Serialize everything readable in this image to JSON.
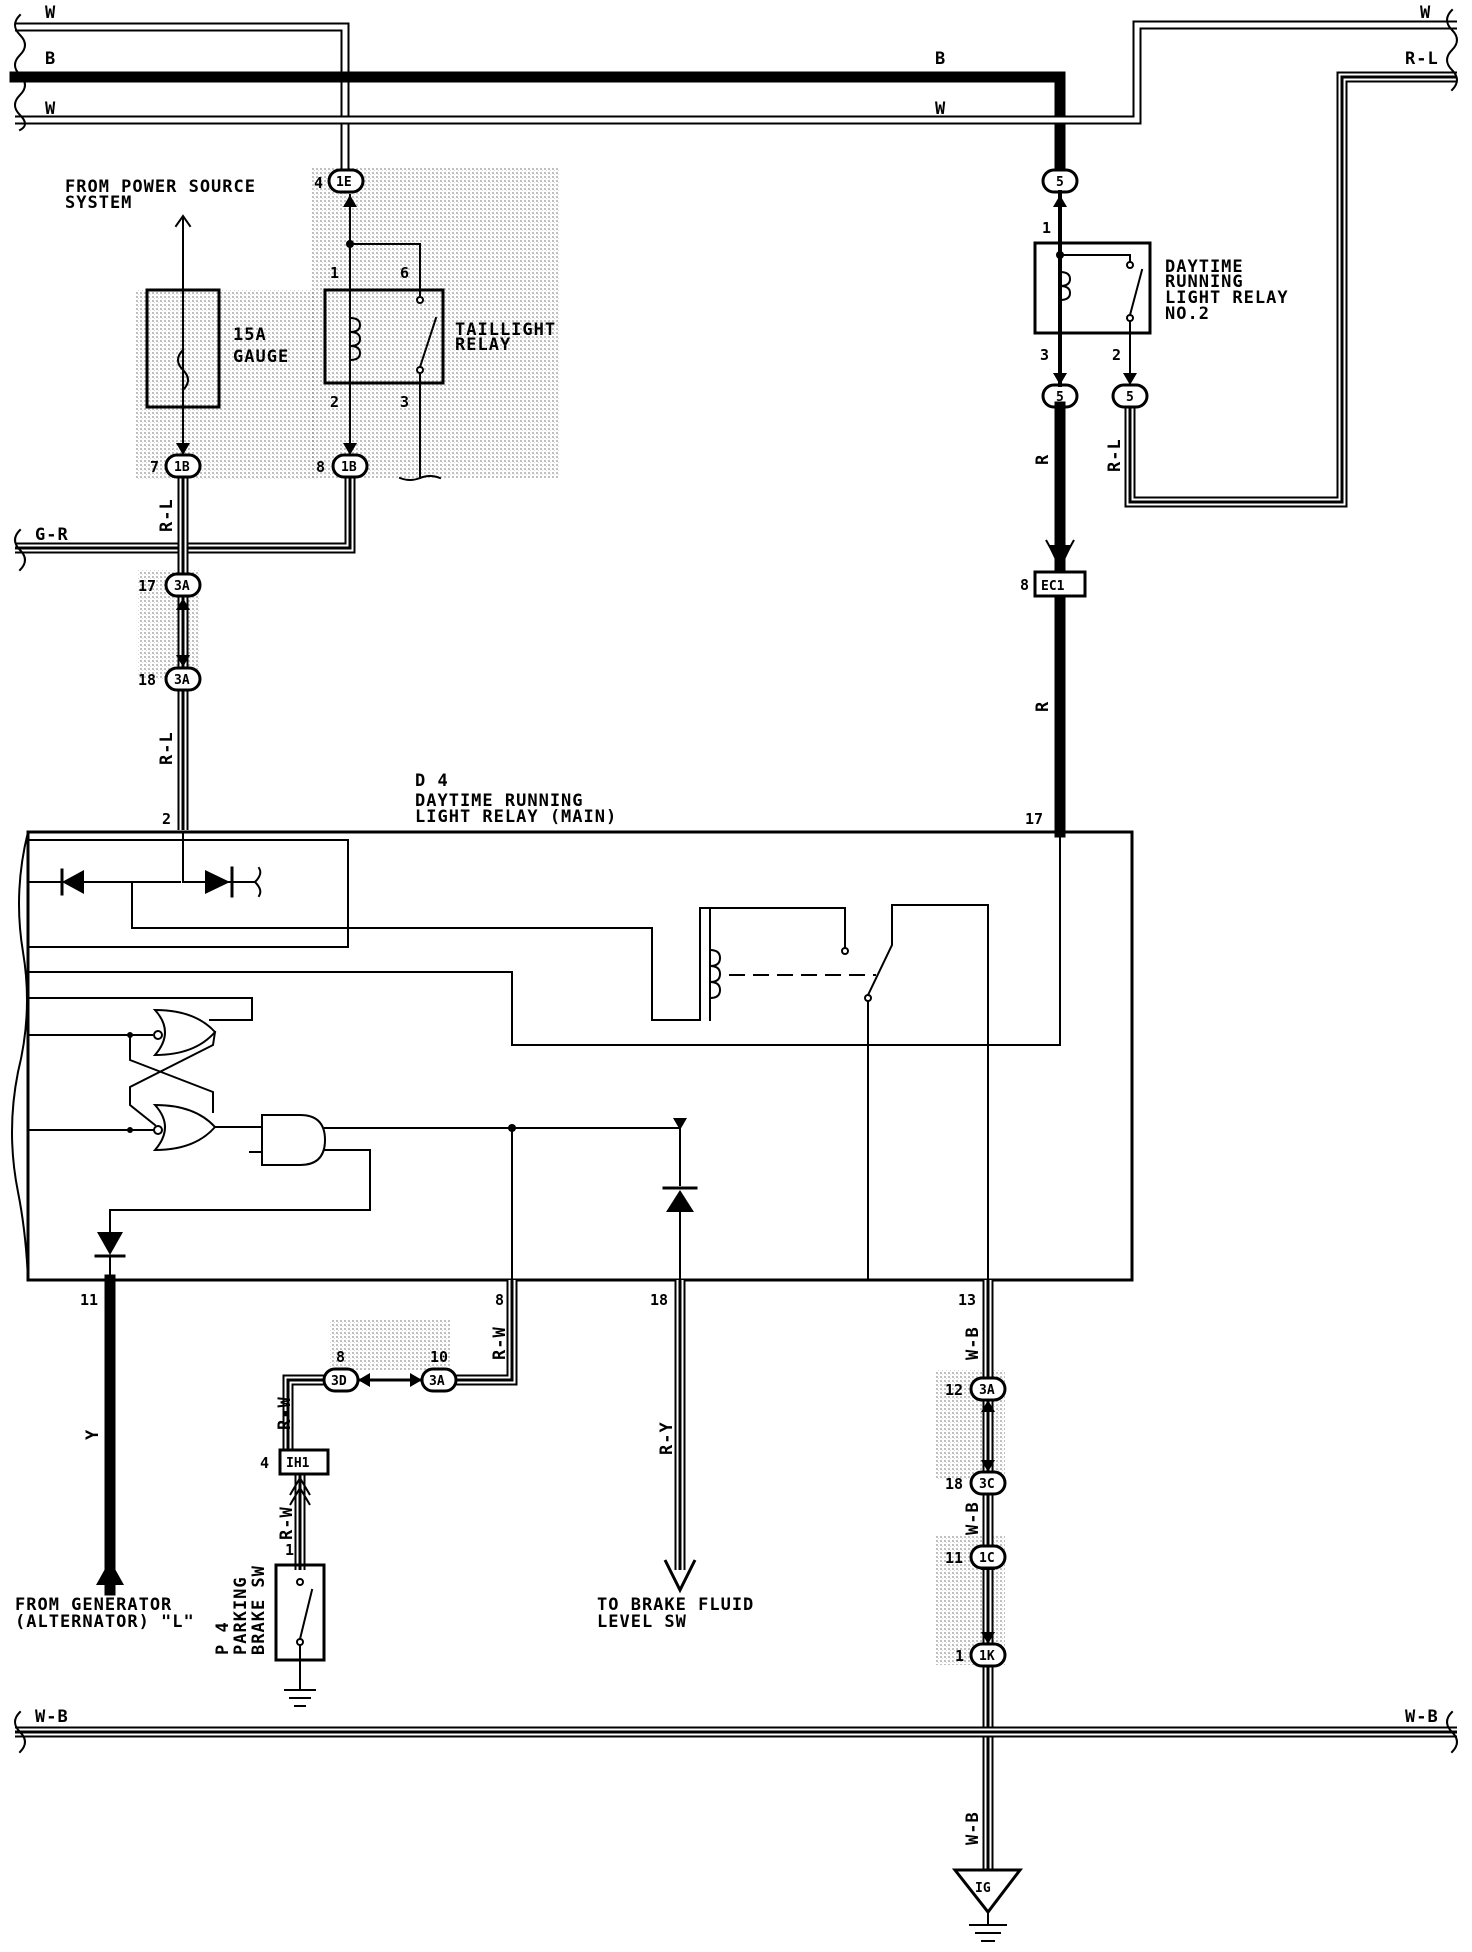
{
  "wire_colors": {
    "top_white_1": "W",
    "top_black": "B",
    "top_white_2": "W",
    "top_right_white": "W",
    "top_right_rl": "R-L",
    "left_gr": "G-R",
    "rl_a": "R-L",
    "rl_b": "R-L",
    "relay2_out": "R-L",
    "red_a": "R",
    "red_b": "R",
    "yellow": "Y",
    "rw_a": "R-W",
    "rw_b": "R-W",
    "rw_c": "R-W",
    "ry": "R-Y",
    "wb_a": "W-B",
    "wb_b": "W-B",
    "wb_c": "W-B",
    "bottom_wb_left": "W-B",
    "bottom_wb_right": "W-B"
  },
  "components": {
    "power_source": [
      "FROM POWER SOURCE",
      "SYSTEM"
    ],
    "fuse": [
      "15A",
      "GAUGE"
    ],
    "taillight_relay": [
      "TAILLIGHT",
      "RELAY"
    ],
    "drl_relay_2": [
      "DAYTIME",
      "RUNNING",
      "LIGHT RELAY",
      "NO.2"
    ],
    "main_relay_id": "D 4",
    "main_relay": [
      "DAYTIME RUNNING",
      "LIGHT RELAY (MAIN)"
    ],
    "generator": [
      "FROM GENERATOR",
      "(ALTERNATOR) \"L\""
    ],
    "parking_brake_id": "P 4",
    "parking_brake": [
      "PARKING",
      "BRAKE SW"
    ],
    "brake_fluid": [
      "TO BRAKE FLUID",
      "LEVEL SW"
    ],
    "ground": "IG"
  },
  "connectors": {
    "c1E": "1E",
    "c1B_a": "1B",
    "c1B_b": "1B",
    "c3A_a": "3A",
    "c3A_b": "3A",
    "c3A_c": "3A",
    "c3A_d": "3A",
    "c5_a": "5",
    "c5_b": "5",
    "c5_c": "5",
    "cEC1": "EC1",
    "c3D": "3D",
    "cIH1": "IH1",
    "c3C": "3C",
    "c1C": "1C",
    "c1K": "1K"
  },
  "pins": {
    "p1E": "4",
    "p1B_a": "7",
    "p1B_b": "8",
    "tr1": "1",
    "tr6": "6",
    "tr2": "2",
    "tr3": "3",
    "p3A_a": "17",
    "p3A_b": "18",
    "r2_1": "1",
    "r2_3": "3",
    "r2_2": "2",
    "pEC1": "8",
    "main_2": "2",
    "main_17": "17",
    "main_11": "11",
    "main_8": "8",
    "main_18": "18",
    "main_13": "13",
    "p3D": "8",
    "p3A_c": "10",
    "pIH1": "4",
    "pb_1": "1",
    "p3A_d": "12",
    "p3C": "18",
    "p1C": "11",
    "p1K": "1"
  }
}
